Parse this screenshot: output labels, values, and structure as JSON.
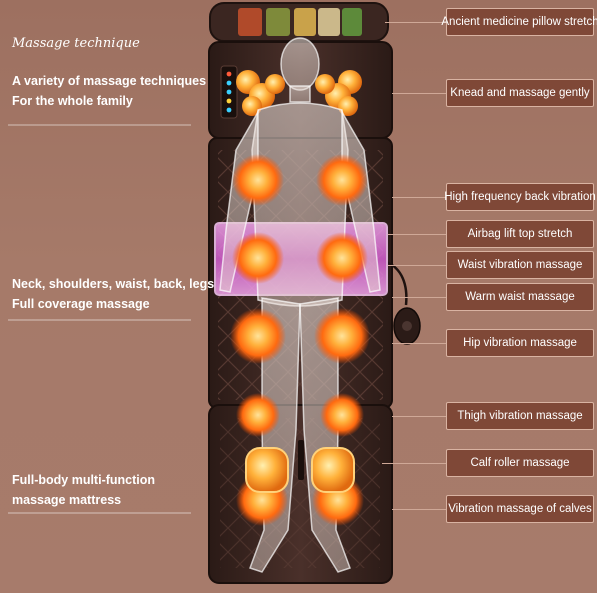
{
  "left": {
    "heading": "Massage technique",
    "block1": [
      "A variety of massage techniques",
      "For the whole family"
    ],
    "block2": [
      "Neck, shoulders, waist, back, legs",
      "Full coverage massage"
    ],
    "block3": [
      "Full-body multi-function",
      "massage mattress"
    ]
  },
  "callouts": [
    "Ancient medicine pillow stretch",
    "Knead and massage gently",
    "High frequency back vibration",
    "Airbag lift top stretch",
    "Waist vibration massage",
    "Warm waist massage",
    "Hip vibration massage",
    "Thigh vibration massage",
    "Calf roller massage",
    "Vibration massage of calves"
  ],
  "colors": {
    "background": "#a67a69",
    "callout_fill": "#7f4837",
    "mattress": "#3a2621",
    "heat_glow": "#ff7a1a",
    "airbag_band": "#d65fd2"
  }
}
